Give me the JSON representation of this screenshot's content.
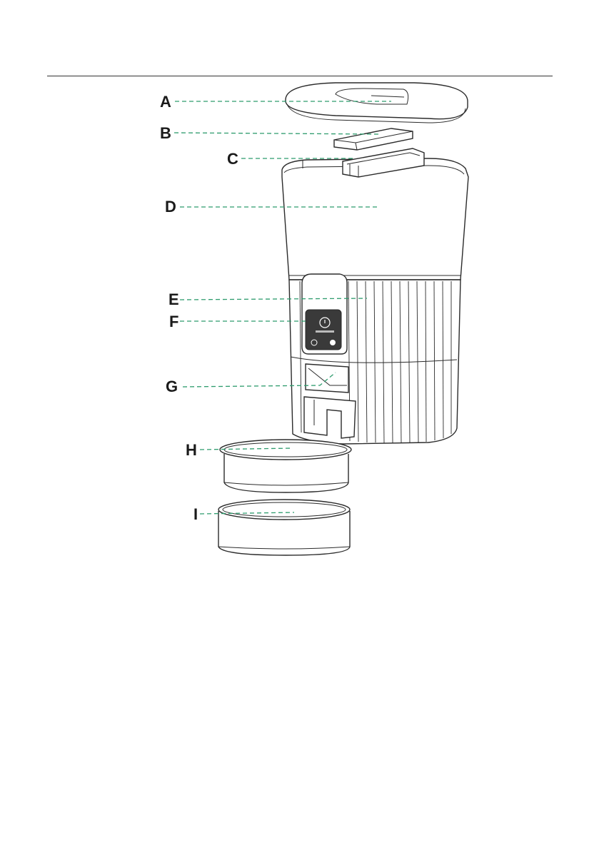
{
  "diagram": {
    "callouts": [
      {
        "key": "A",
        "label": "A"
      },
      {
        "key": "B",
        "label": "B"
      },
      {
        "key": "C",
        "label": "C"
      },
      {
        "key": "D",
        "label": "D"
      },
      {
        "key": "E",
        "label": "E"
      },
      {
        "key": "F",
        "label": "F"
      },
      {
        "key": "G",
        "label": "G"
      },
      {
        "key": "H",
        "label": "H"
      },
      {
        "key": "I",
        "label": "I"
      }
    ],
    "colors": {
      "leader_line": "#2f9c6e",
      "outline": "#2b2b2b",
      "control_panel": "#3a3a3a"
    },
    "icons": {
      "lid": "feeder-lid-icon",
      "desiccant": "desiccant-box-icon",
      "desiccant_holder": "desiccant-holder-icon",
      "hopper": "food-hopper-icon",
      "base": "ribbed-base-icon",
      "panel": "control-panel-icon",
      "outlet": "food-outlet-icon",
      "bowl_h": "food-bowl-icon",
      "bowl_i": "food-bowl-icon"
    }
  }
}
